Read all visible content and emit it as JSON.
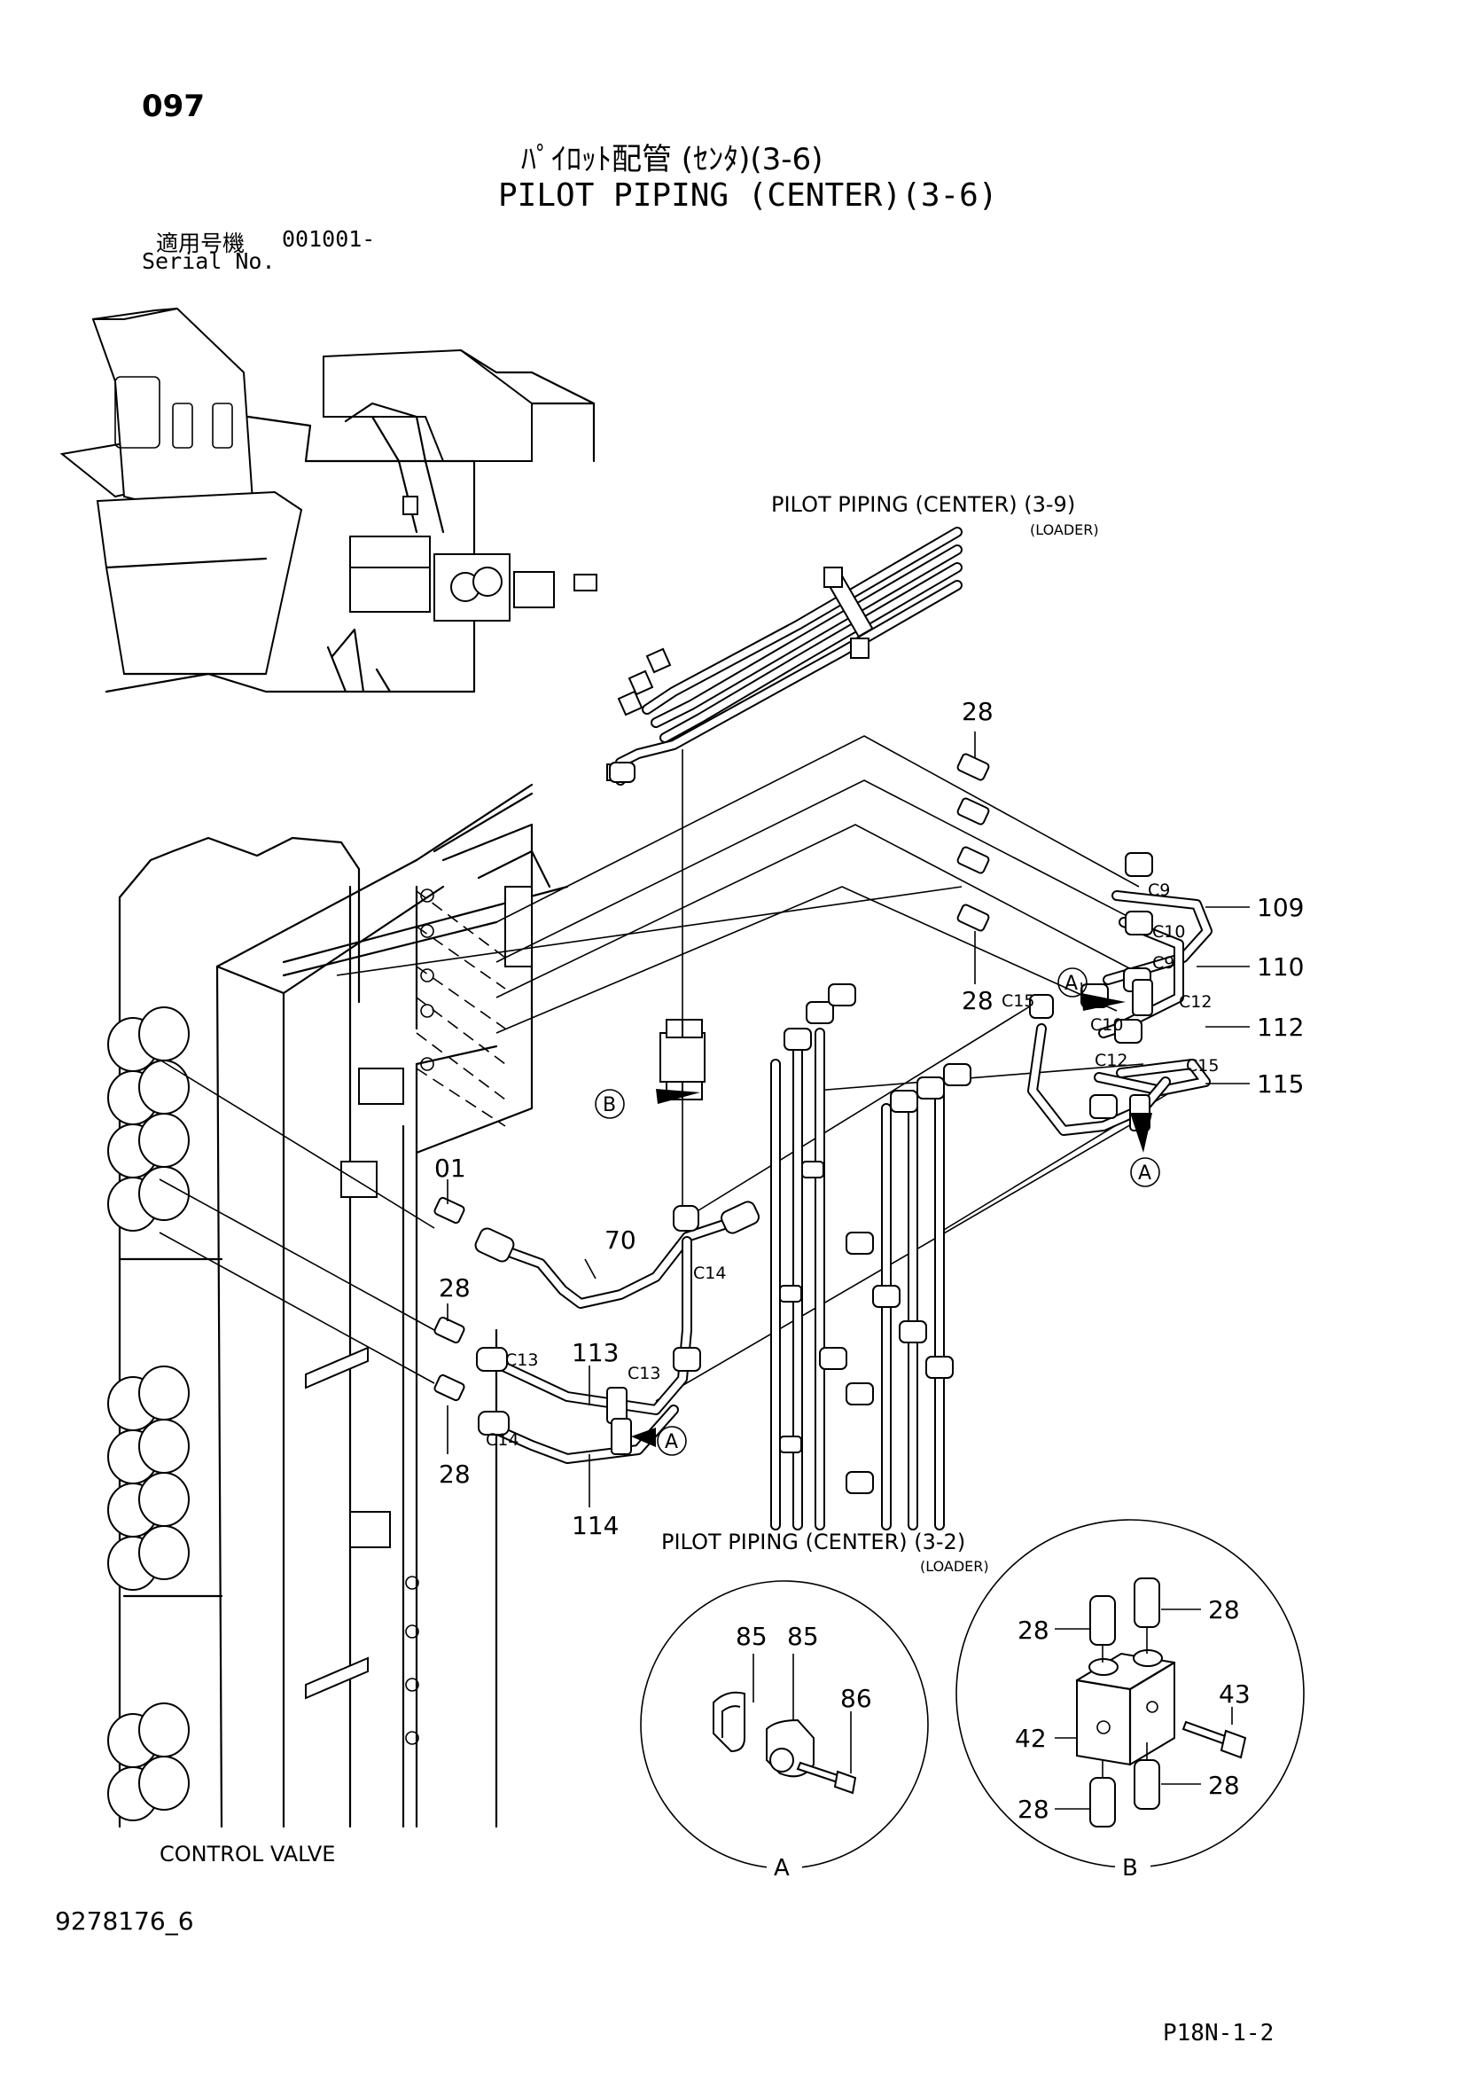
{
  "header": {
    "page_number": "097",
    "title_jp": "ﾊﾟｲﾛｯﾄ配管 (ｾﾝﾀ)(3-6)",
    "title_en": "PILOT PIPING (CENTER)(3-6)",
    "serial_label_jp": "適用号機",
    "serial_value": "001001-",
    "serial_label_en": "Serial No."
  },
  "references": {
    "upper": {
      "text": "PILOT  PIPING (CENTER)  (3-9)",
      "sub": "(LOADER)"
    },
    "lower": {
      "text": "PILOT  PIPING (CENTER)  (3-2)",
      "sub": "(LOADER)"
    },
    "control_valve": "CONTROL  VALVE"
  },
  "callouts": {
    "p28_top": "28",
    "p28_mid": "28",
    "p109": "109",
    "p110": "110",
    "p112": "112",
    "p115": "115",
    "p01": "01",
    "p70": "70",
    "p28_left1": "28",
    "p113": "113",
    "p28_left2": "28",
    "p114": "114",
    "c9_a": "C9",
    "c10_a": "C10",
    "c9_b": "C9",
    "c12_a": "C12",
    "c15_a": "C15",
    "c10_b": "C10",
    "c12_b": "C12",
    "c15_b": "C15",
    "c14_a": "C14",
    "c13_a": "C13",
    "c13_b": "C13",
    "c14_b": "C14",
    "ref_a1": "A",
    "ref_a2": "A",
    "ref_a3": "A",
    "ref_b": "B"
  },
  "detail_a": {
    "label": "A",
    "p85_left": "85",
    "p85_right": "85",
    "p86": "86"
  },
  "detail_b": {
    "label": "B",
    "p28_tl": "28",
    "p28_tr": "28",
    "p42": "42",
    "p43": "43",
    "p28_bl": "28",
    "p28_br": "28"
  },
  "footer": {
    "drawing_number": "9278176_6",
    "page_code": "P18N-1-2"
  }
}
